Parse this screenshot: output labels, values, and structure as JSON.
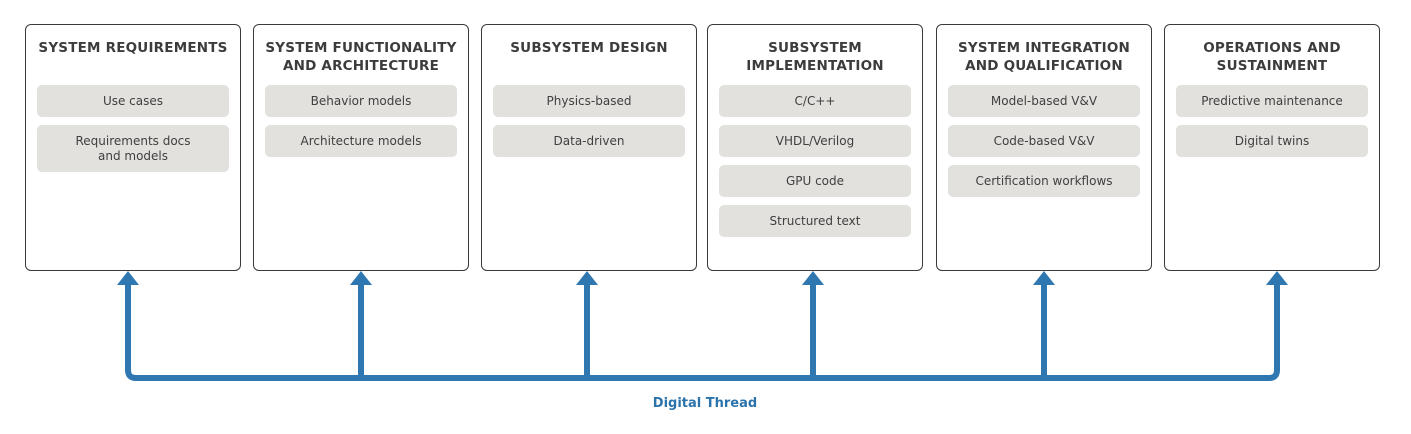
{
  "columns": [
    {
      "title": "SYSTEM REQUIREMENTS",
      "items": [
        "Use cases",
        "Requirements docs\nand models"
      ]
    },
    {
      "title": "SYSTEM FUNCTIONALITY\nAND ARCHITECTURE",
      "items": [
        "Behavior models",
        "Architecture models"
      ]
    },
    {
      "title": "SUBSYSTEM DESIGN",
      "items": [
        "Physics-based",
        "Data-driven"
      ]
    },
    {
      "title": "SUBSYSTEM\nIMPLEMENTATION",
      "items": [
        "C/C++",
        "VHDL/Verilog",
        "GPU code",
        "Structured text"
      ]
    },
    {
      "title": "SYSTEM INTEGRATION\nAND QUALIFICATION",
      "items": [
        "Model-based V&V",
        "Code-based V&V",
        "Certification workflows"
      ]
    },
    {
      "title": "OPERATIONS AND\nSUSTAINMENT",
      "items": [
        "Predictive maintenance",
        "Digital twins"
      ]
    }
  ],
  "thread": {
    "label": "Digital Thread",
    "color": "#2f77b0"
  },
  "colors": {
    "box_border": "#3a3a3a",
    "pill_fill": "#e3e1dd",
    "text": "#3c3c3c"
  }
}
